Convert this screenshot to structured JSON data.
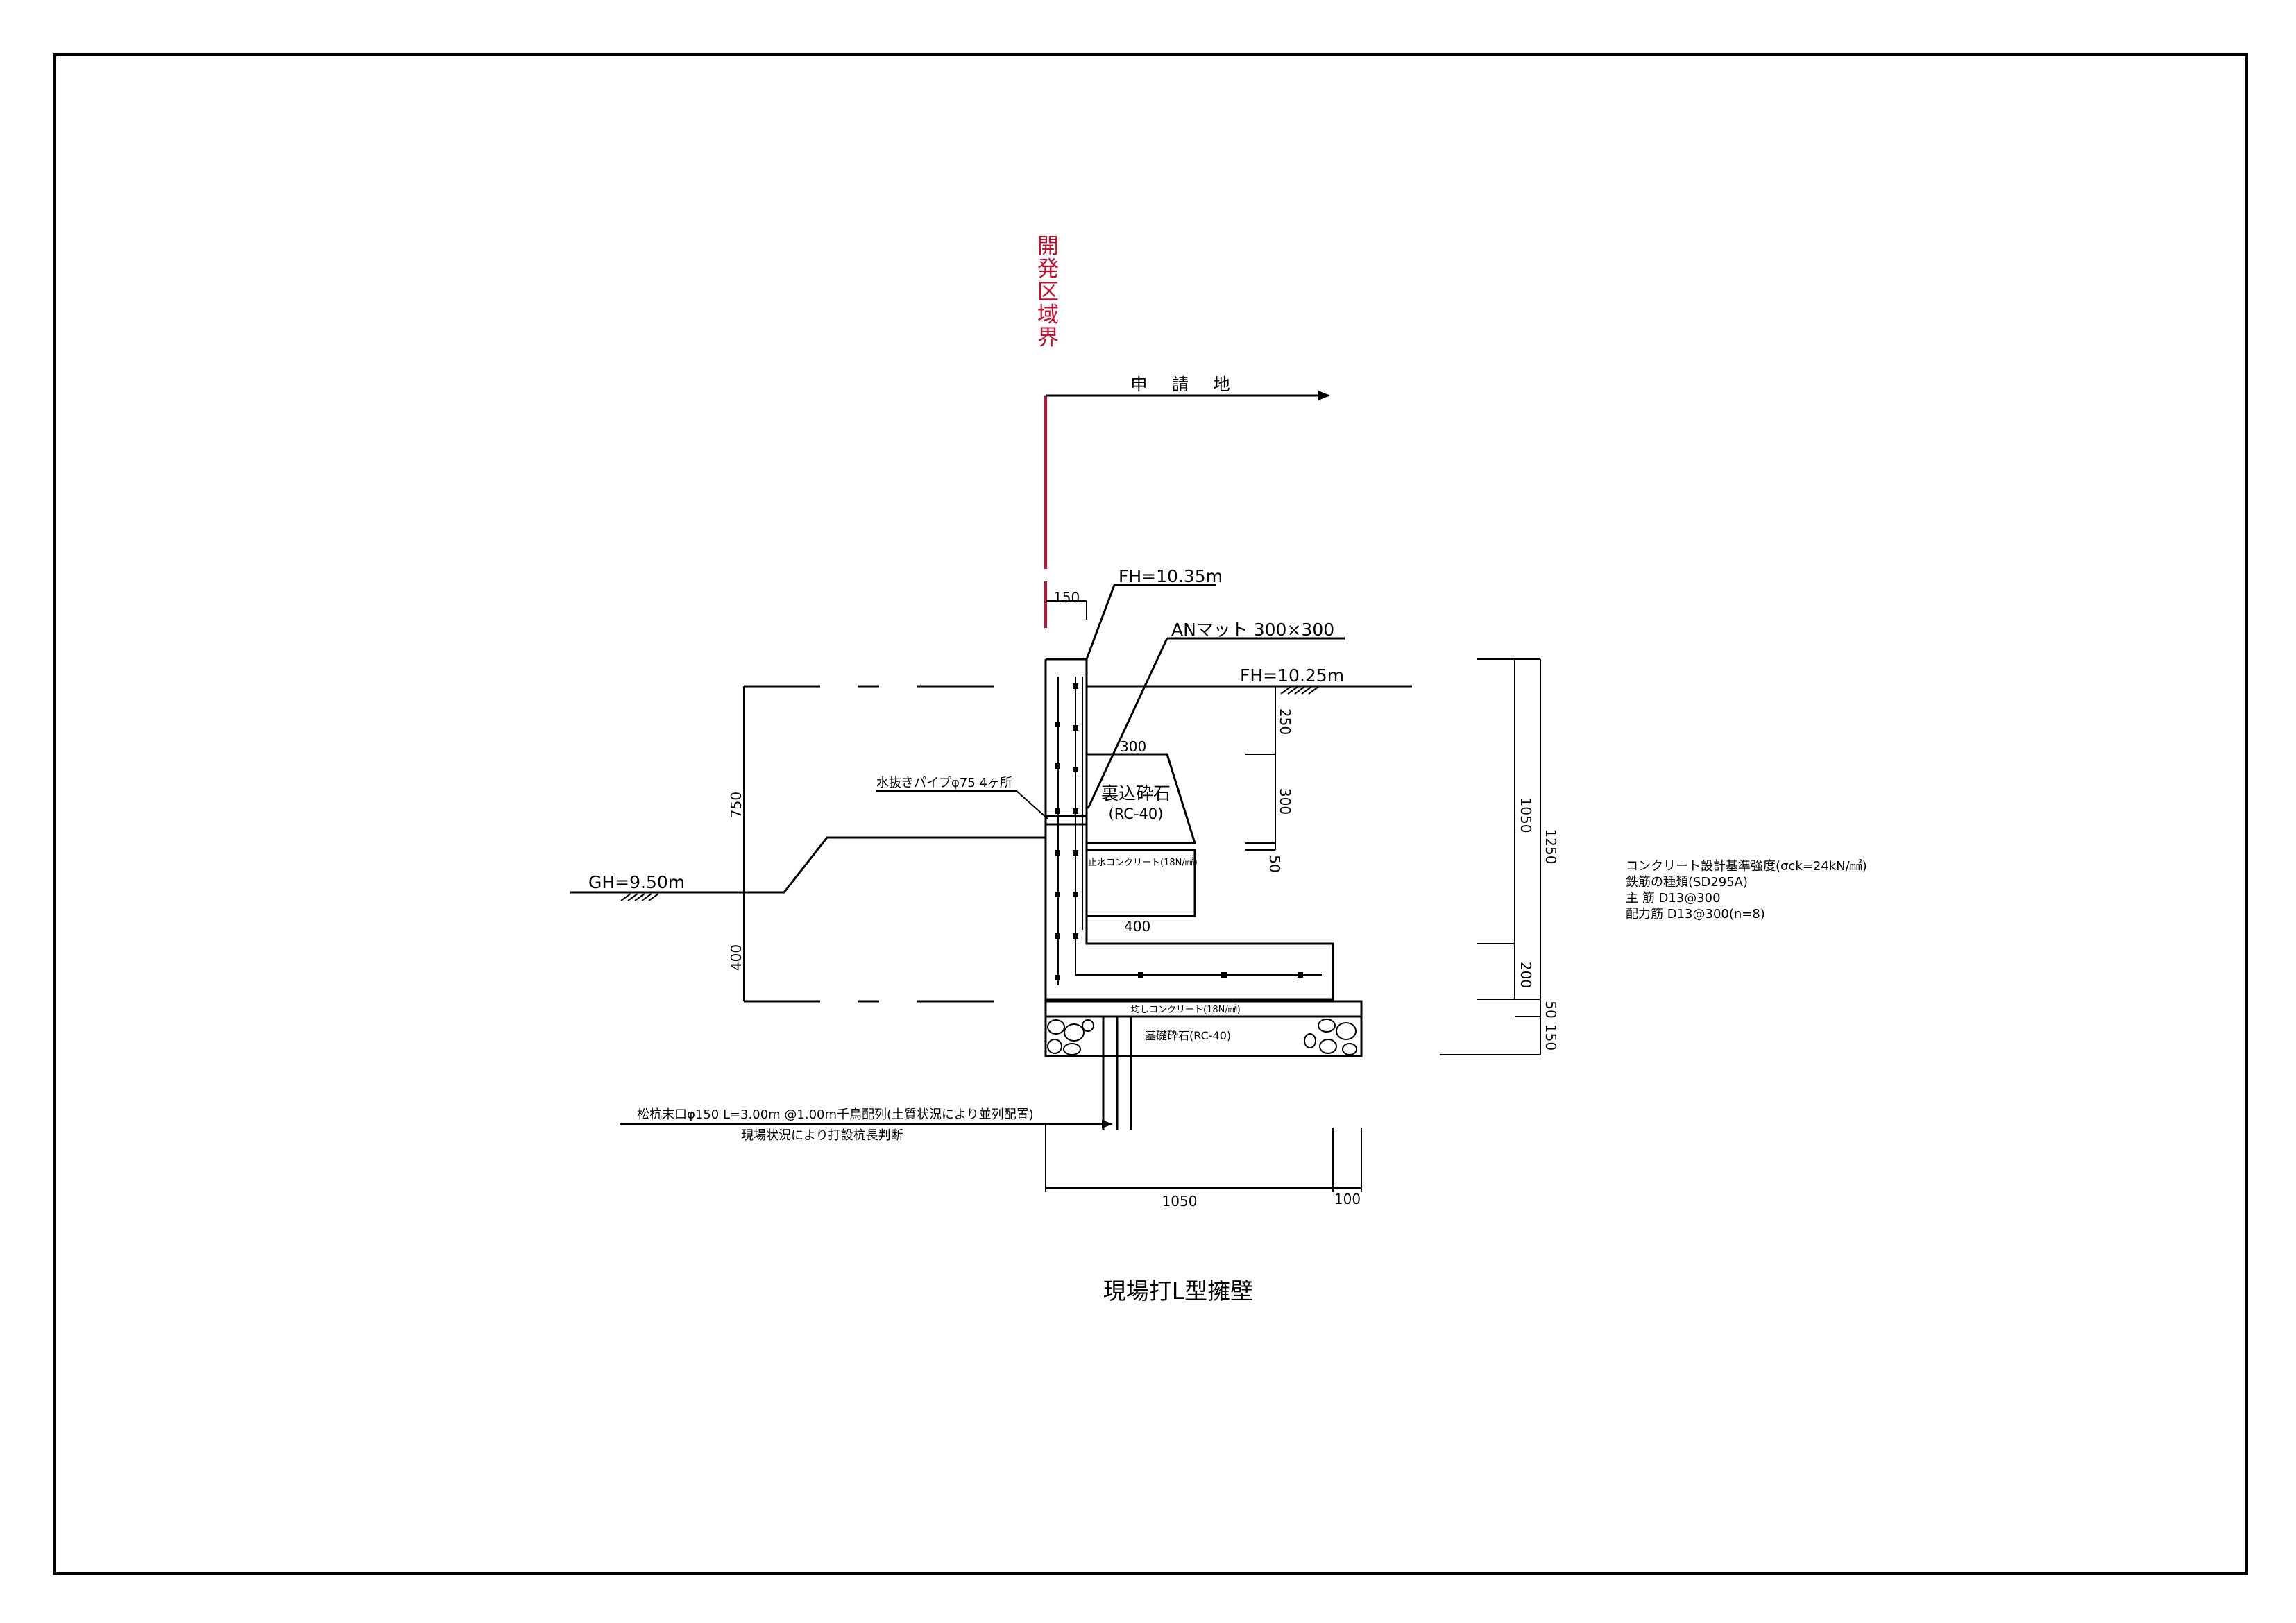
{
  "colors": {
    "line": "#000000",
    "boundary": "#c8102e",
    "background": "#ffffff"
  },
  "labels": {
    "boundary": "開発区域界",
    "site": "申 請 地",
    "fh_wall": "FH=10.35m",
    "fh_ground": "FH=10.25m",
    "an_mat": "ANマット 300×300",
    "gh": "GH=9.50m",
    "drain_pipe": "水抜きパイプφ75 4ヶ所",
    "backfill": "裏込砕石",
    "backfill_spec": "(RC-40)",
    "stop_concrete": "止水コンクリート(18N/㎟)",
    "leveling_concrete": "均しコンクリート(18N/㎟)",
    "base_stone": "基礎砕石(RC-40)",
    "pile": "松杭末口φ150 L=3.00m @1.00m千鳥配列(土質状況により並列配置)",
    "pile_note": "現場状況により打設杭長判断",
    "title": "現場打L型擁壁"
  },
  "dimensions": {
    "top_width": "150",
    "backfill_top": "300",
    "backfill_bottom": "400",
    "d250": "250",
    "d300": "300",
    "d50": "50",
    "d750": "750",
    "d400": "400",
    "d1050v": "1050",
    "d1250": "1250",
    "d200": "200",
    "d50b": "50",
    "d150b": "150",
    "base_width": "1050",
    "base_extra": "100"
  },
  "notes": [
    "コンクリート設計基準強度(σck=24kN/㎟)",
    "鉄筋の種類(SD295A)",
    "主 筋 D13@300",
    "配力筋 D13@300(n=8)"
  ]
}
